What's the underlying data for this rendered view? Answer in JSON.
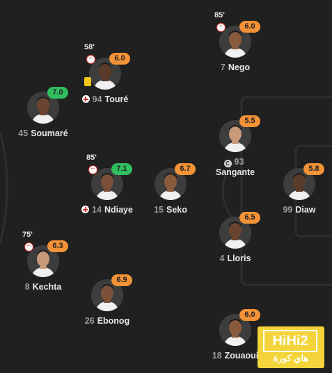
{
  "colors": {
    "rating_orange": "#f39236",
    "rating_green": "#2fbf61",
    "background": "#202020"
  },
  "players": [
    {
      "id": "nego",
      "number": "7",
      "name": "Nego",
      "rating": "6.0",
      "color": "orange",
      "sub_time": "85'"
    },
    {
      "id": "toure",
      "number": "94",
      "name": "Touré",
      "rating": "6.0",
      "color": "orange",
      "sub_time": "58'",
      "yellow_card": true,
      "injury": true
    },
    {
      "id": "soumare",
      "number": "45",
      "name": "Soumaré",
      "rating": "7.0",
      "color": "green"
    },
    {
      "id": "sangante",
      "number": "93",
      "name": "Sangante",
      "rating": "5.5",
      "color": "orange",
      "captain": "C"
    },
    {
      "id": "ndiaye",
      "number": "14",
      "name": "Ndiaye",
      "rating": "7.1",
      "color": "green",
      "sub_time": "85'",
      "injury": true
    },
    {
      "id": "seko",
      "number": "15",
      "name": "Seko",
      "rating": "6.7",
      "color": "orange"
    },
    {
      "id": "diaw",
      "number": "99",
      "name": "Diaw",
      "rating": "5.8",
      "color": "orange"
    },
    {
      "id": "lloris",
      "number": "4",
      "name": "Lloris",
      "rating": "6.5",
      "color": "orange"
    },
    {
      "id": "kechta",
      "number": "8",
      "name": "Kechta",
      "rating": "6.3",
      "color": "orange",
      "sub_time": "75'"
    },
    {
      "id": "ebonog",
      "number": "26",
      "name": "Ebonog",
      "rating": "6.9",
      "color": "orange"
    },
    {
      "id": "zouaoui",
      "number": "18",
      "name": "Zouaoui",
      "rating": "6.0",
      "color": "orange"
    }
  ],
  "watermark": {
    "top": "HiHi2",
    "bottom": "هاي كورة"
  }
}
